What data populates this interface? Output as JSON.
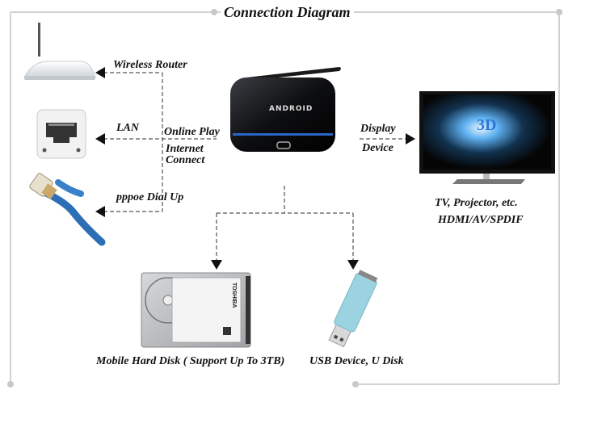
{
  "title": "Connection Diagram",
  "colors": {
    "frame": "#cfcfcf",
    "line": "#555555",
    "arrow": "#111111",
    "router_body": "#eef0f3",
    "cable": "#2c6fb5",
    "usb_body": "#9bd4e0",
    "box_accent": "#2a66c8"
  },
  "left_sources": [
    {
      "label": "Wireless Router",
      "icon": "wifi-router-icon"
    },
    {
      "label": "LAN",
      "icon": "ethernet-port-icon"
    },
    {
      "label": "pppoe Dial Up",
      "icon": "ethernet-cable-icon"
    }
  ],
  "center": {
    "device_logo": "ANDROID",
    "online_label": "Online Play",
    "internet_label": "Internet",
    "connect_label": "Connect"
  },
  "display": {
    "top_label": "Display",
    "bottom_label": "Device",
    "caption_line1": "TV, Projector, etc.",
    "caption_line2": "HDMI/AV/SPDIF",
    "screen_text": "3D"
  },
  "storage": [
    {
      "label": "Mobile Hard Disk ( Support Up To 3TB)",
      "icon": "hard-disk-icon",
      "brand": "TOSHIBA"
    },
    {
      "label": "USB Device, U Disk",
      "icon": "usb-drive-icon"
    }
  ]
}
